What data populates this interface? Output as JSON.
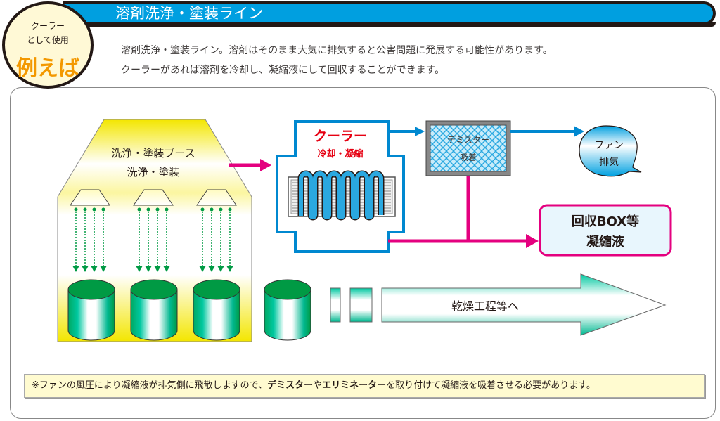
{
  "header": {
    "title": "溶剤洗浄・塗装ライン",
    "badge": {
      "line1": "クーラー",
      "line2": "として使用",
      "line3": "例えば"
    }
  },
  "description": {
    "line1": "溶剤洗浄・塗装ライン。溶剤はそのまま大気に排気すると公害問題に発展する可能性があります。",
    "line2": "クーラーがあれば溶剤を冷却し、凝縮液にして回収することができます。"
  },
  "diagram": {
    "booth": {
      "line1": "洗浄・塗装ブース",
      "line2": "洗浄・塗装"
    },
    "cooler": {
      "title": "クーラー",
      "subtitle": "冷却・凝縮"
    },
    "demister": {
      "line1": "デミスター",
      "line2": "吸着"
    },
    "fan": {
      "line1": "ファン",
      "line2": "排気"
    },
    "recovery": {
      "line1": "回収BOX等",
      "line2": "凝縮液"
    },
    "next_step": "乾燥工程等へ",
    "colors": {
      "gas_flow": "#0088d0",
      "liquid_flow": "#e4007f",
      "booth": "#f3e600",
      "tank": "#009a44",
      "cooler_title": "#e60012",
      "badge_accent": "#f39800",
      "title_bar": "#009fe0"
    }
  },
  "note": {
    "part1": "※ファンの風圧により凝縮液が排気側に飛散しますので、",
    "bold1": "デミスター",
    "part2": "や",
    "bold2": "エリミネーター",
    "part3": "を取り付けて凝縮液を吸着させる必要があります。"
  }
}
